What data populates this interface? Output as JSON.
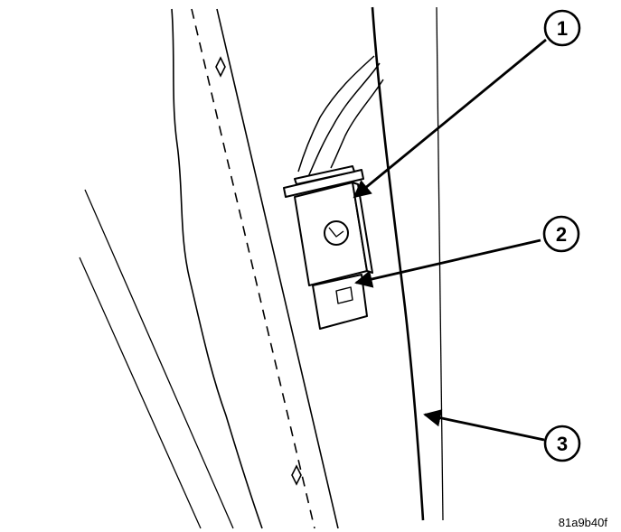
{
  "callouts": [
    {
      "number": "1"
    },
    {
      "number": "2"
    },
    {
      "number": "3"
    }
  ],
  "figure_code": "81a9b40f",
  "colors": {
    "line": "#000000",
    "background": "#ffffff"
  }
}
